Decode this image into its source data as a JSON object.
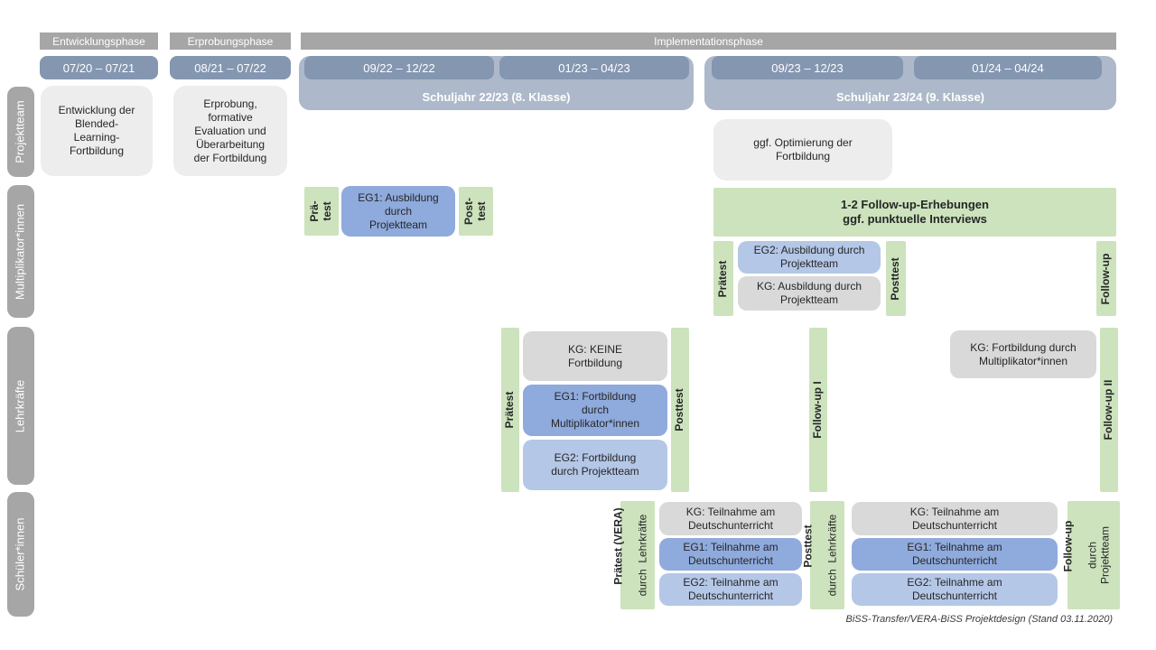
{
  "colors": {
    "phase_gray": "#a6a6a6",
    "date_blue": "#8496b0",
    "schoolyear_blue": "#adb9ca",
    "light_gray_box": "#ededed",
    "kg_gray": "#d9d9d9",
    "eg1_blue": "#8faadc",
    "eg2_blue": "#b4c7e7",
    "green": "#cce3bd"
  },
  "phases": {
    "entwicklung": "Entwicklungsphase",
    "erprobung": "Erprobungsphase",
    "implementation": "Implementationsphase"
  },
  "dates": {
    "d1": "07/20 – 07/21",
    "d2": "08/21 – 07/22",
    "d3": "09/22 – 12/22",
    "d4": "01/23 – 04/23",
    "d5": "09/23 – 12/23",
    "d6": "01/24 – 04/24"
  },
  "school_years": {
    "sy1": "Schuljahr 22/23 (8. Klasse)",
    "sy2": "Schuljahr 23/24 (9. Klasse)"
  },
  "row_labels": {
    "projektteam": "Projektteam",
    "multiplikator": "Multiplikator*innen",
    "lehrkraefte": "Lehrkräfte",
    "schueler": "Schüler*innen"
  },
  "projektteam": {
    "development": "Entwicklung der\nBlended-\nLearning-\nFortbildung",
    "testing": "Erprobung,\nformative\nEvaluation und\nÜberarbeitung\nder Fortbildung",
    "optimization": "ggf. Optimierung der\nFortbildung"
  },
  "multiplikator": {
    "pretest_short": "Prä-\ntest",
    "eg1": "EG1: Ausbildung\ndurch\nProjektteam",
    "posttest_short": "Post-\ntest",
    "followup_box": "1-2 Follow-up-Erhebungen\nggf. punktuelle Interviews",
    "pretest": "Prätest",
    "eg2": "EG2: Ausbildung durch\nProjektteam",
    "kg": "KG: Ausbildung durch\nProjektteam",
    "posttest": "Posttest",
    "followup": "Follow-up"
  },
  "lehrkraefte": {
    "pretest": "Prätest",
    "kg": "KG: KEINE\nFortbildung",
    "eg1": "EG1: Fortbildung\ndurch\nMultiplikator*innen",
    "eg2": "EG2: Fortbildung\ndurch Projektteam",
    "posttest": "Posttest",
    "followup1": "Follow-up I",
    "kg2": "KG: Fortbildung durch\nMultiplikator*innen",
    "followup2": "Follow-up II"
  },
  "schueler": {
    "pretest_title": "Prätest (VERA)",
    "pretest_sub": "durch  Lehrkräfte",
    "kg": "KG: Teilnahme am\nDeutschunterricht",
    "eg1": "EG1: Teilnahme am\nDeutschunterricht",
    "eg2": "EG2: Teilnahme am\nDeutschunterricht",
    "posttest_title": "Posttest",
    "posttest_sub": "durch  Lehrkräfte",
    "followup_title": "Follow-up",
    "followup_sub": "durch\nProjektteam"
  },
  "caption": "BiSS-Transfer/VERA-BiSS Projektdesign (Stand 03.11.2020)"
}
